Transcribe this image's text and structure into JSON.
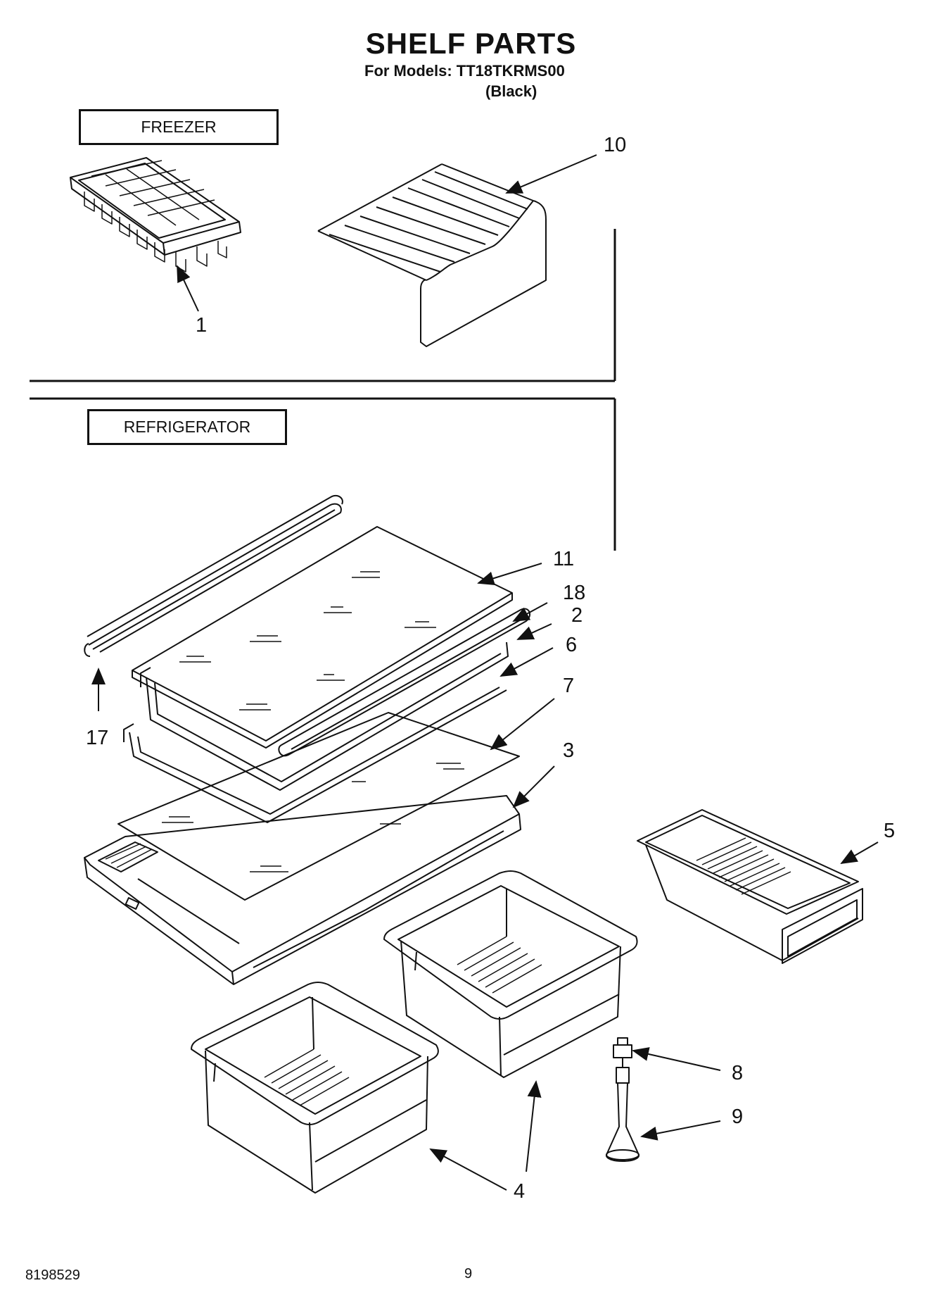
{
  "header": {
    "title": "SHELF PARTS",
    "models_line": "For Models: TT18TKRMS00",
    "color_line": "(Black)"
  },
  "sections": {
    "freezer": "FREEZER",
    "refrigerator": "REFRIGERATOR"
  },
  "callouts": {
    "c1": "1",
    "c10": "10",
    "c11": "11",
    "c18": "18",
    "c2": "2",
    "c6": "6",
    "c7": "7",
    "c17": "17",
    "c3": "3",
    "c5": "5",
    "c8": "8",
    "c9": "9",
    "c4": "4"
  },
  "footer": {
    "doc_number": "8198529",
    "page_number": "9"
  }
}
